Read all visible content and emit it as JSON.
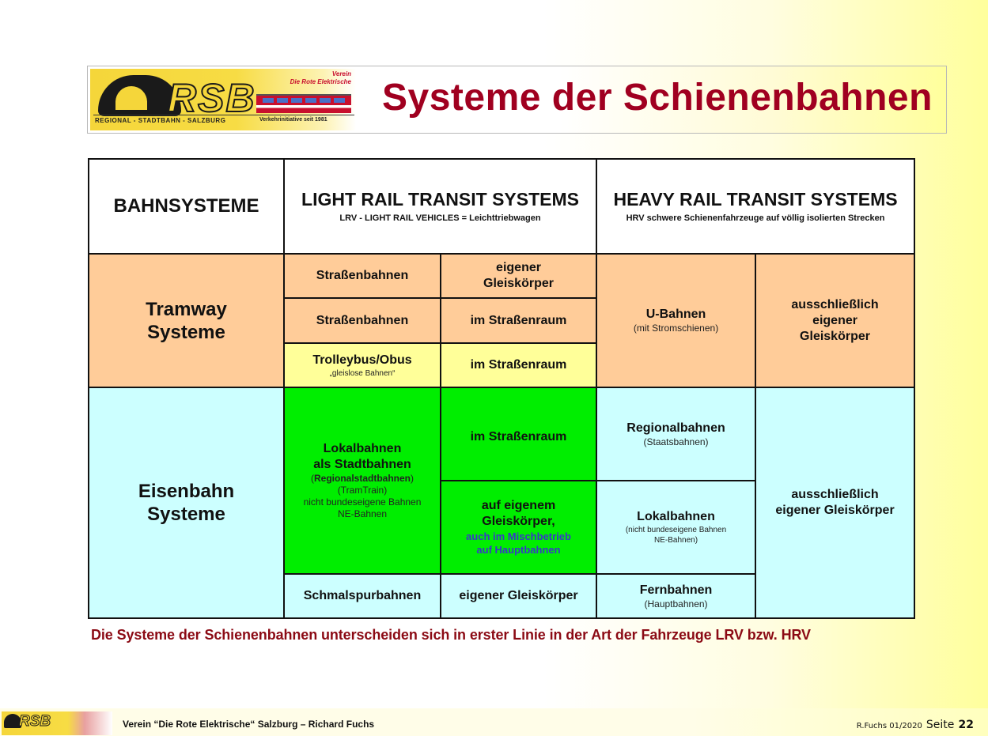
{
  "header": {
    "logo": {
      "text": "RSB",
      "verein_line1": "Verein",
      "verein_line2": "Die Rote Elektrische",
      "subtitle_left": "REGIONAL - STADTBAHN - SALZBURG",
      "subtitle_right": "Verkehrinitiative seit 1981"
    },
    "title": "Systeme der Schienenbahnen"
  },
  "table": {
    "header": {
      "col0": "BAHNSYSTEME",
      "light_rail": {
        "title": "LIGHT RAIL TRANSIT SYSTEMS",
        "subtitle": "LRV - LIGHT RAIL VEHICLES = Leichttriebwagen"
      },
      "heavy_rail": {
        "title": "HEAVY RAIL TRANSIT SYSTEMS",
        "subtitle": "HRV schwere Schienenfahrzeuge auf völlig isolierten Strecken"
      }
    },
    "tramway": {
      "label_line1": "Tramway",
      "label_line2": "Systeme",
      "rows": [
        {
          "type": "Straßenbahnen",
          "track_line1": "eigener",
          "track_line2": "Gleiskörper"
        },
        {
          "type": "Straßenbahnen",
          "track": "im Straßenraum"
        },
        {
          "type": "Trolleybus/Obus",
          "type_note": "„gleislose Bahnen“",
          "track": "im Straßenraum"
        }
      ],
      "heavy": {
        "type": "U-Bahnen",
        "type_note": "(mit Stromschienen)",
        "track_line1": "ausschließlich",
        "track_line2": "eigener",
        "track_line3": "Gleiskörper"
      }
    },
    "eisenbahn": {
      "label_line1": "Eisenbahn",
      "label_line2": "Systeme",
      "lokal": {
        "line1": "Lokalbahnen",
        "line2": "als Stadtbahnen",
        "note1": "Regionalstadtbahnen",
        "note2": "(TramTrain)",
        "note3": "nicht bundeseigene Bahnen",
        "note4": "NE-Bahnen"
      },
      "track_street": "im Straßenraum",
      "track_own_line1": "auf eigenem",
      "track_own_line2": "Gleiskörper,",
      "track_own_blue1": "auch im Mischbetrieb",
      "track_own_blue2": "auf Hauptbahnen",
      "schmalspur": "Schmalspurbahnen",
      "schmalspur_track": "eigener Gleiskörper",
      "heavy": {
        "regional": "Regionalbahnen",
        "regional_note": "(Staatsbahnen)",
        "lokal": "Lokalbahnen",
        "lokal_note1": "(nicht bundeseigene Bahnen",
        "lokal_note2": "NE-Bahnen)",
        "fern": "Fernbahnen",
        "fern_note": "(Hauptbahnen)",
        "track_line1": "ausschließlich",
        "track_line2": "eigener Gleiskörper"
      }
    }
  },
  "caption": "Die Systeme der Schienenbahnen unterscheiden sich in erster Linie in der Art der Fahrzeuge LRV bzw. HRV",
  "footer": {
    "logo_text": "RSB",
    "text": "Verein “Die Rote Elektrische“ Salzburg – Richard Fuchs",
    "author_date": "R.Fuchs 01/2020",
    "page_label": "Seite",
    "page_number": "22"
  },
  "colors": {
    "title_red": "#a00020",
    "caption_red": "#8b0a14",
    "tramway_orange": "#ffcc99",
    "trolley_yellow": "#ffff99",
    "lightrail_green": "#00ee00",
    "eisenbahn_cyan": "#ccffff",
    "blue_note": "#3838c8"
  }
}
